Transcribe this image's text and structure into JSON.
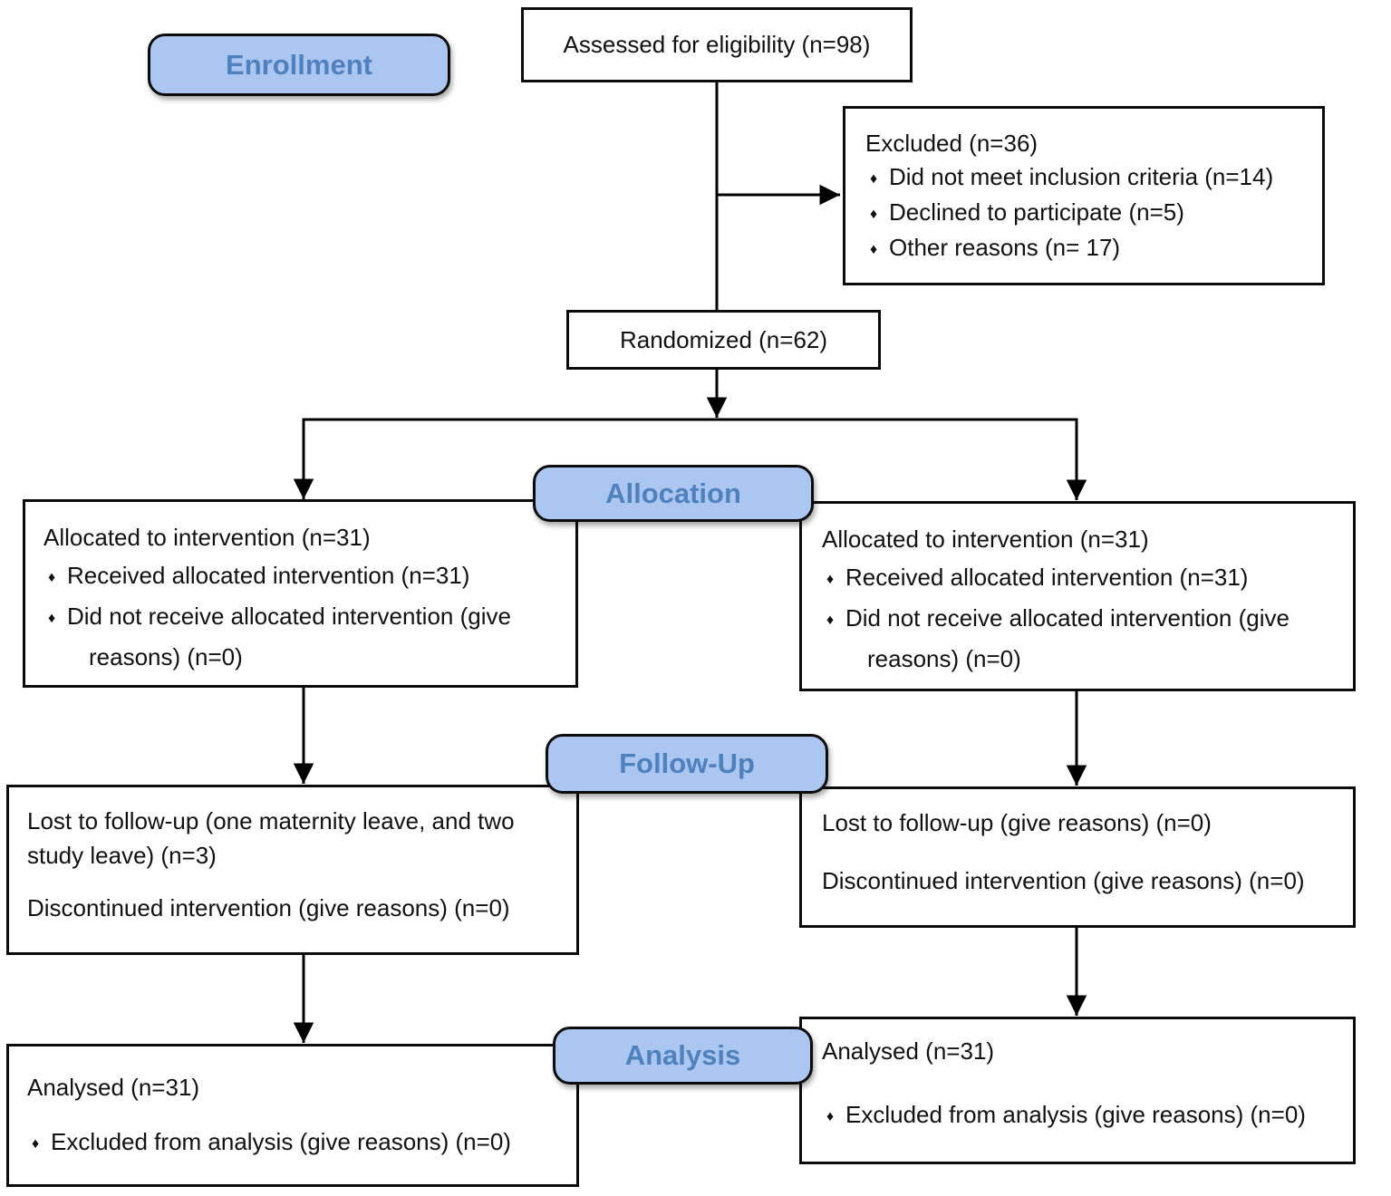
{
  "bullet_glyph": "♦",
  "colors": {
    "stage_fill": "#abc7f1",
    "stage_text": "#4f81bd",
    "box_border": "#0b0b0b",
    "line": "#000000",
    "background": "#ffffff"
  },
  "stages": {
    "enrollment": "Enrollment",
    "allocation": "Allocation",
    "followup": "Follow-Up",
    "analysis": "Analysis"
  },
  "boxes": {
    "assessed": {
      "text": "Assessed for eligibility (n=98)"
    },
    "excluded": {
      "title": "Excluded (n=36)",
      "items": [
        "Did not meet inclusion criteria (n=14)",
        "Declined to participate (n=5)",
        "Other reasons (n= 17)"
      ]
    },
    "randomized": {
      "text": "Randomized (n=62)"
    },
    "allocation_left": {
      "title": "Allocated to intervention (n=31)",
      "items": [
        "Received allocated intervention (n=31)",
        "Did not receive allocated intervention (give reasons) (n=0)"
      ]
    },
    "allocation_right": {
      "title": "Allocated to intervention (n=31)",
      "items": [
        "Received allocated intervention (n=31)",
        "Did not receive allocated intervention (give reasons) (n=0)"
      ]
    },
    "followup_left": {
      "paragraphs": [
        "Lost to follow-up (one maternity leave, and two study leave) (n=3)",
        "Discontinued intervention (give reasons) (n=0)"
      ]
    },
    "followup_right": {
      "paragraphs": [
        "Lost to follow-up (give reasons) (n=0)",
        "Discontinued intervention (give reasons) (n=0)"
      ]
    },
    "analysis_left": {
      "title": "Analysed (n=31)",
      "items": [
        "Excluded from analysis (give reasons) (n=0)"
      ]
    },
    "analysis_right": {
      "title": "Analysed (n=31)",
      "items": [
        "Excluded from analysis (give reasons) (n=0)"
      ]
    }
  }
}
